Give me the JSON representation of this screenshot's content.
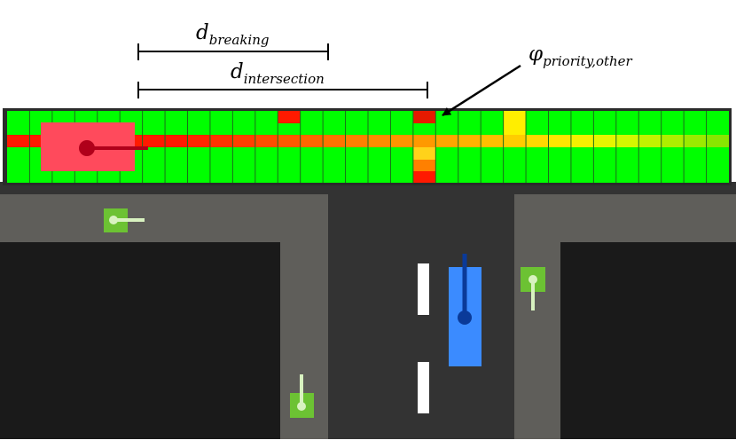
{
  "annotations": {
    "d_breaking": {
      "symbol": "d",
      "subscript": "breaking"
    },
    "d_intersection": {
      "symbol": "d",
      "subscript": "intersection"
    },
    "phi_priority": {
      "symbol": "φ",
      "subscript": "priority,other"
    }
  },
  "colors": {
    "background": "#ffffff",
    "road": "#333333",
    "sidewalk": "#5f5e5a",
    "block": "#1a1a1a",
    "cost_strip_bg": "#2b2b2b",
    "cell_free": "#00ff00",
    "cell_divider": "#1a6e1a",
    "ego_vehicle": "#ff4a5c",
    "ego_vehicle_heading": "#b0001a",
    "other_vehicle": "#3b8bff",
    "other_vehicle_heading": "#0a3a99",
    "pedestrian": "#6cc233",
    "pedestrian_heading": "#d8f2c0",
    "lane_marking": "#ffffff",
    "annotation_line": "#000000"
  },
  "cost_map": {
    "columns": 32,
    "rows": 3,
    "risk_row_colors": [
      "#ff1a00",
      "#ff1a00",
      "#ff1a00",
      "#ff1a00",
      "#ff1a00",
      "#ff1a00",
      "#ff1a00",
      "#ff1a00",
      "#ff2600",
      "#ff3300",
      "#ff4000",
      "#ff4d00",
      "#ff5900",
      "#ff6600",
      "#ff7300",
      "#ff8000",
      "#ff8c00",
      "#ff9400",
      "#ff9900",
      "#ffa600",
      "#ffb300",
      "#ffbf00",
      "#ffcc00",
      "#ffd900",
      "#ffe600",
      "#f5f000",
      "#e6f500",
      "#d4f700",
      "#c2f200",
      "#aeee00",
      "#9bea00",
      "#88e600"
    ],
    "special_cells": [
      {
        "col": 12,
        "row": 0,
        "color": "#ff1a00"
      },
      {
        "col": 18,
        "row": 0,
        "color": "#e61a00"
      },
      {
        "col": 18,
        "row": 2,
        "color": "#ffd21a"
      },
      {
        "col": 18,
        "row": 3,
        "color": "#ff8000"
      },
      {
        "col": 18,
        "row": 4,
        "color": "#ff1a00"
      },
      {
        "col": 22,
        "row": 0,
        "color": "#ffee00"
      },
      {
        "col": 22,
        "row": 1,
        "color": "#ffee00"
      }
    ]
  }
}
